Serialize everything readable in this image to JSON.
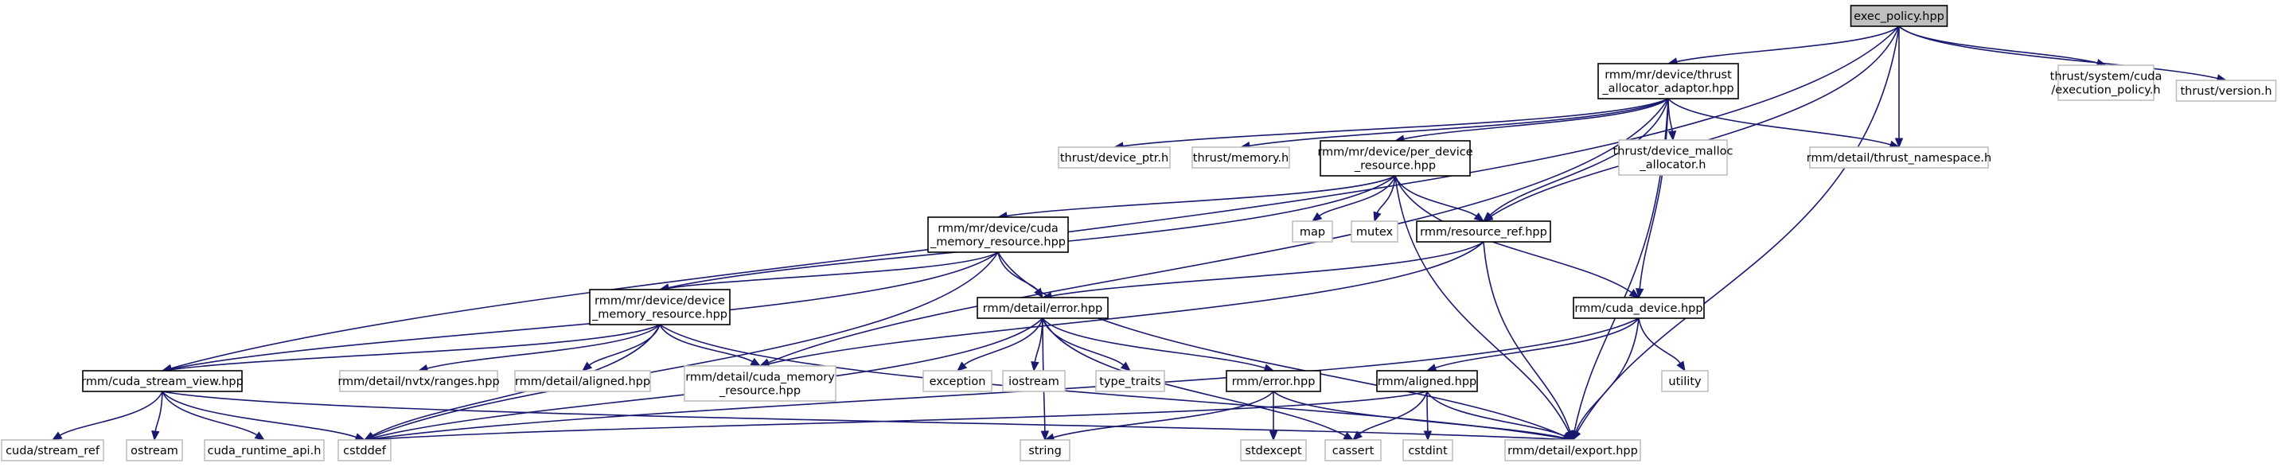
{
  "graph": {
    "nodes": [
      {
        "id": "exec_policy",
        "lines": [
          "exec_policy.hpp"
        ],
        "kind": "root"
      },
      {
        "id": "thrust_allocator_adaptor",
        "lines": [
          "rmm/mr/device/thrust",
          "_allocator_adaptor.hpp"
        ],
        "kind": "file"
      },
      {
        "id": "thrust_system_cuda_exec",
        "lines": [
          "thrust/system/cuda",
          "/execution_policy.h"
        ],
        "kind": "external"
      },
      {
        "id": "thrust_version",
        "lines": [
          "thrust/version.h"
        ],
        "kind": "external"
      },
      {
        "id": "thrust_device_ptr",
        "lines": [
          "thrust/device_ptr.h"
        ],
        "kind": "external"
      },
      {
        "id": "thrust_memory",
        "lines": [
          "thrust/memory.h"
        ],
        "kind": "external"
      },
      {
        "id": "per_device_resource",
        "lines": [
          "rmm/mr/device/per_device",
          "_resource.hpp"
        ],
        "kind": "file"
      },
      {
        "id": "thrust_device_malloc_allocator",
        "lines": [
          "thrust/device_malloc",
          "_allocator.h"
        ],
        "kind": "external"
      },
      {
        "id": "thrust_namespace",
        "lines": [
          "rmm/detail/thrust_namespace.h"
        ],
        "kind": "external"
      },
      {
        "id": "map",
        "lines": [
          "map"
        ],
        "kind": "external"
      },
      {
        "id": "mutex",
        "lines": [
          "mutex"
        ],
        "kind": "external"
      },
      {
        "id": "resource_ref",
        "lines": [
          "rmm/resource_ref.hpp"
        ],
        "kind": "file"
      },
      {
        "id": "cuda_memory_resource",
        "lines": [
          "rmm/mr/device/cuda",
          "_memory_resource.hpp"
        ],
        "kind": "file"
      },
      {
        "id": "device_memory_resource",
        "lines": [
          "rmm/mr/device/device",
          "_memory_resource.hpp"
        ],
        "kind": "file"
      },
      {
        "id": "detail_error",
        "lines": [
          "rmm/detail/error.hpp"
        ],
        "kind": "file"
      },
      {
        "id": "cuda_device",
        "lines": [
          "rmm/cuda_device.hpp"
        ],
        "kind": "file"
      },
      {
        "id": "cuda_stream_view",
        "lines": [
          "rmm/cuda_stream_view.hpp"
        ],
        "kind": "file"
      },
      {
        "id": "nvtx_ranges",
        "lines": [
          "rmm/detail/nvtx/ranges.hpp"
        ],
        "kind": "external"
      },
      {
        "id": "detail_aligned",
        "lines": [
          "rmm/detail/aligned.hpp"
        ],
        "kind": "external"
      },
      {
        "id": "detail_cuda_memory_resource",
        "lines": [
          "rmm/detail/cuda_memory",
          "_resource.hpp"
        ],
        "kind": "external"
      },
      {
        "id": "exception",
        "lines": [
          "exception"
        ],
        "kind": "external"
      },
      {
        "id": "iostream",
        "lines": [
          "iostream"
        ],
        "kind": "external"
      },
      {
        "id": "type_traits",
        "lines": [
          "type_traits"
        ],
        "kind": "external"
      },
      {
        "id": "rmm_error",
        "lines": [
          "rmm/error.hpp"
        ],
        "kind": "file"
      },
      {
        "id": "rmm_aligned",
        "lines": [
          "rmm/aligned.hpp"
        ],
        "kind": "file"
      },
      {
        "id": "utility",
        "lines": [
          "utility"
        ],
        "kind": "external"
      },
      {
        "id": "cuda_stream_ref",
        "lines": [
          "cuda/stream_ref"
        ],
        "kind": "external"
      },
      {
        "id": "ostream",
        "lines": [
          "ostream"
        ],
        "kind": "external"
      },
      {
        "id": "cuda_runtime_api",
        "lines": [
          "cuda_runtime_api.h"
        ],
        "kind": "external"
      },
      {
        "id": "cstddef",
        "lines": [
          "cstddef"
        ],
        "kind": "external"
      },
      {
        "id": "string",
        "lines": [
          "string"
        ],
        "kind": "external"
      },
      {
        "id": "stdexcept",
        "lines": [
          "stdexcept"
        ],
        "kind": "external"
      },
      {
        "id": "cassert",
        "lines": [
          "cassert"
        ],
        "kind": "external"
      },
      {
        "id": "cstdint",
        "lines": [
          "cstdint"
        ],
        "kind": "external"
      },
      {
        "id": "detail_export",
        "lines": [
          "rmm/detail/export.hpp"
        ],
        "kind": "external"
      }
    ],
    "edges": [
      [
        "exec_policy",
        "thrust_allocator_adaptor"
      ],
      [
        "exec_policy",
        "thrust_system_cuda_exec"
      ],
      [
        "exec_policy",
        "thrust_version"
      ],
      [
        "exec_policy",
        "cuda_stream_view"
      ],
      [
        "exec_policy",
        "thrust_namespace"
      ],
      [
        "exec_policy",
        "resource_ref"
      ],
      [
        "exec_policy",
        "detail_export"
      ],
      [
        "thrust_allocator_adaptor",
        "thrust_device_ptr"
      ],
      [
        "thrust_allocator_adaptor",
        "thrust_memory"
      ],
      [
        "thrust_allocator_adaptor",
        "per_device_resource"
      ],
      [
        "thrust_allocator_adaptor",
        "thrust_device_malloc_allocator"
      ],
      [
        "thrust_allocator_adaptor",
        "thrust_namespace"
      ],
      [
        "thrust_allocator_adaptor",
        "resource_ref"
      ],
      [
        "thrust_allocator_adaptor",
        "cuda_device"
      ],
      [
        "thrust_allocator_adaptor",
        "detail_cuda_memory_resource"
      ],
      [
        "thrust_allocator_adaptor",
        "detail_export"
      ],
      [
        "per_device_resource",
        "map"
      ],
      [
        "per_device_resource",
        "mutex"
      ],
      [
        "per_device_resource",
        "resource_ref"
      ],
      [
        "per_device_resource",
        "cuda_memory_resource"
      ],
      [
        "per_device_resource",
        "device_memory_resource"
      ],
      [
        "per_device_resource",
        "cuda_device"
      ],
      [
        "per_device_resource",
        "detail_export"
      ],
      [
        "resource_ref",
        "detail_error"
      ],
      [
        "resource_ref",
        "detail_cuda_memory_resource"
      ],
      [
        "resource_ref",
        "detail_export"
      ],
      [
        "cuda_memory_resource",
        "device_memory_resource"
      ],
      [
        "cuda_memory_resource",
        "detail_error"
      ],
      [
        "cuda_memory_resource",
        "cuda_stream_view"
      ],
      [
        "cuda_memory_resource",
        "cstddef"
      ],
      [
        "cuda_memory_resource",
        "detail_export"
      ],
      [
        "device_memory_resource",
        "cuda_stream_view"
      ],
      [
        "device_memory_resource",
        "nvtx_ranges"
      ],
      [
        "device_memory_resource",
        "detail_aligned"
      ],
      [
        "device_memory_resource",
        "detail_cuda_memory_resource"
      ],
      [
        "device_memory_resource",
        "cstddef"
      ],
      [
        "device_memory_resource",
        "detail_export"
      ],
      [
        "detail_error",
        "exception"
      ],
      [
        "detail_error",
        "iostream"
      ],
      [
        "detail_error",
        "type_traits"
      ],
      [
        "detail_error",
        "rmm_error"
      ],
      [
        "detail_error",
        "cassert"
      ],
      [
        "detail_error",
        "string"
      ],
      [
        "detail_error",
        "cstddef"
      ],
      [
        "cuda_device",
        "rmm_aligned"
      ],
      [
        "cuda_device",
        "utility"
      ],
      [
        "cuda_device",
        "cstddef"
      ],
      [
        "cuda_device",
        "detail_export"
      ],
      [
        "cuda_stream_view",
        "cuda_stream_ref"
      ],
      [
        "cuda_stream_view",
        "ostream"
      ],
      [
        "cuda_stream_view",
        "cuda_runtime_api"
      ],
      [
        "cuda_stream_view",
        "cstddef"
      ],
      [
        "cuda_stream_view",
        "detail_export"
      ],
      [
        "rmm_error",
        "stdexcept"
      ],
      [
        "rmm_error",
        "string"
      ],
      [
        "rmm_error",
        "detail_export"
      ],
      [
        "rmm_aligned",
        "cassert"
      ],
      [
        "rmm_aligned",
        "cstdint"
      ],
      [
        "rmm_aligned",
        "cstddef"
      ],
      [
        "rmm_aligned",
        "detail_export"
      ]
    ]
  }
}
